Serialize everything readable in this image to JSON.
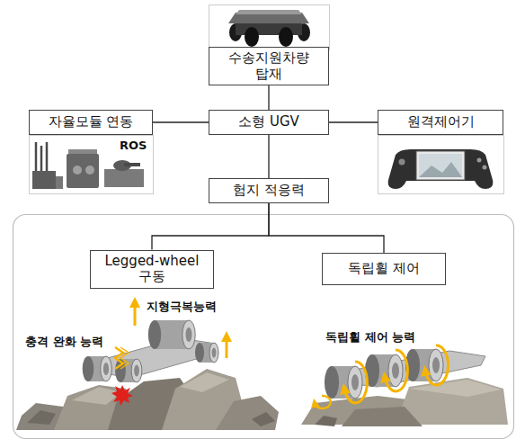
{
  "diagram": {
    "nodes": [
      {
        "text": [
          "수송지원차량 탑재"
        ]
      },
      {
        "text": [
          "자율모듈 연동"
        ]
      },
      {
        "text": [
          "소형 UGV"
        ]
      },
      {
        "text": [
          "원격제어기"
        ]
      },
      {
        "text": [
          "험지 적응력"
        ]
      },
      {
        "text": [
          "Legged-wheel 구동"
        ]
      },
      {
        "text": [
          "독립휠 제어"
        ]
      }
    ],
    "edges": [
      {
        "from": 2,
        "to": 0,
        "arrow": "none"
      },
      {
        "from": 1,
        "to": 2,
        "arrow": "none"
      },
      {
        "from": 2,
        "to": 3,
        "arrow": "none"
      },
      {
        "from": 2,
        "to": 4,
        "arrow": "none"
      },
      {
        "from": 4,
        "to": 5,
        "arrow": "none"
      },
      {
        "from": 4,
        "to": 6,
        "arrow": "none"
      }
    ],
    "labels": [
      "ROS",
      "지형극복능력",
      "충격 완화 능력",
      "독립휠 제어 능력"
    ]
  }
}
